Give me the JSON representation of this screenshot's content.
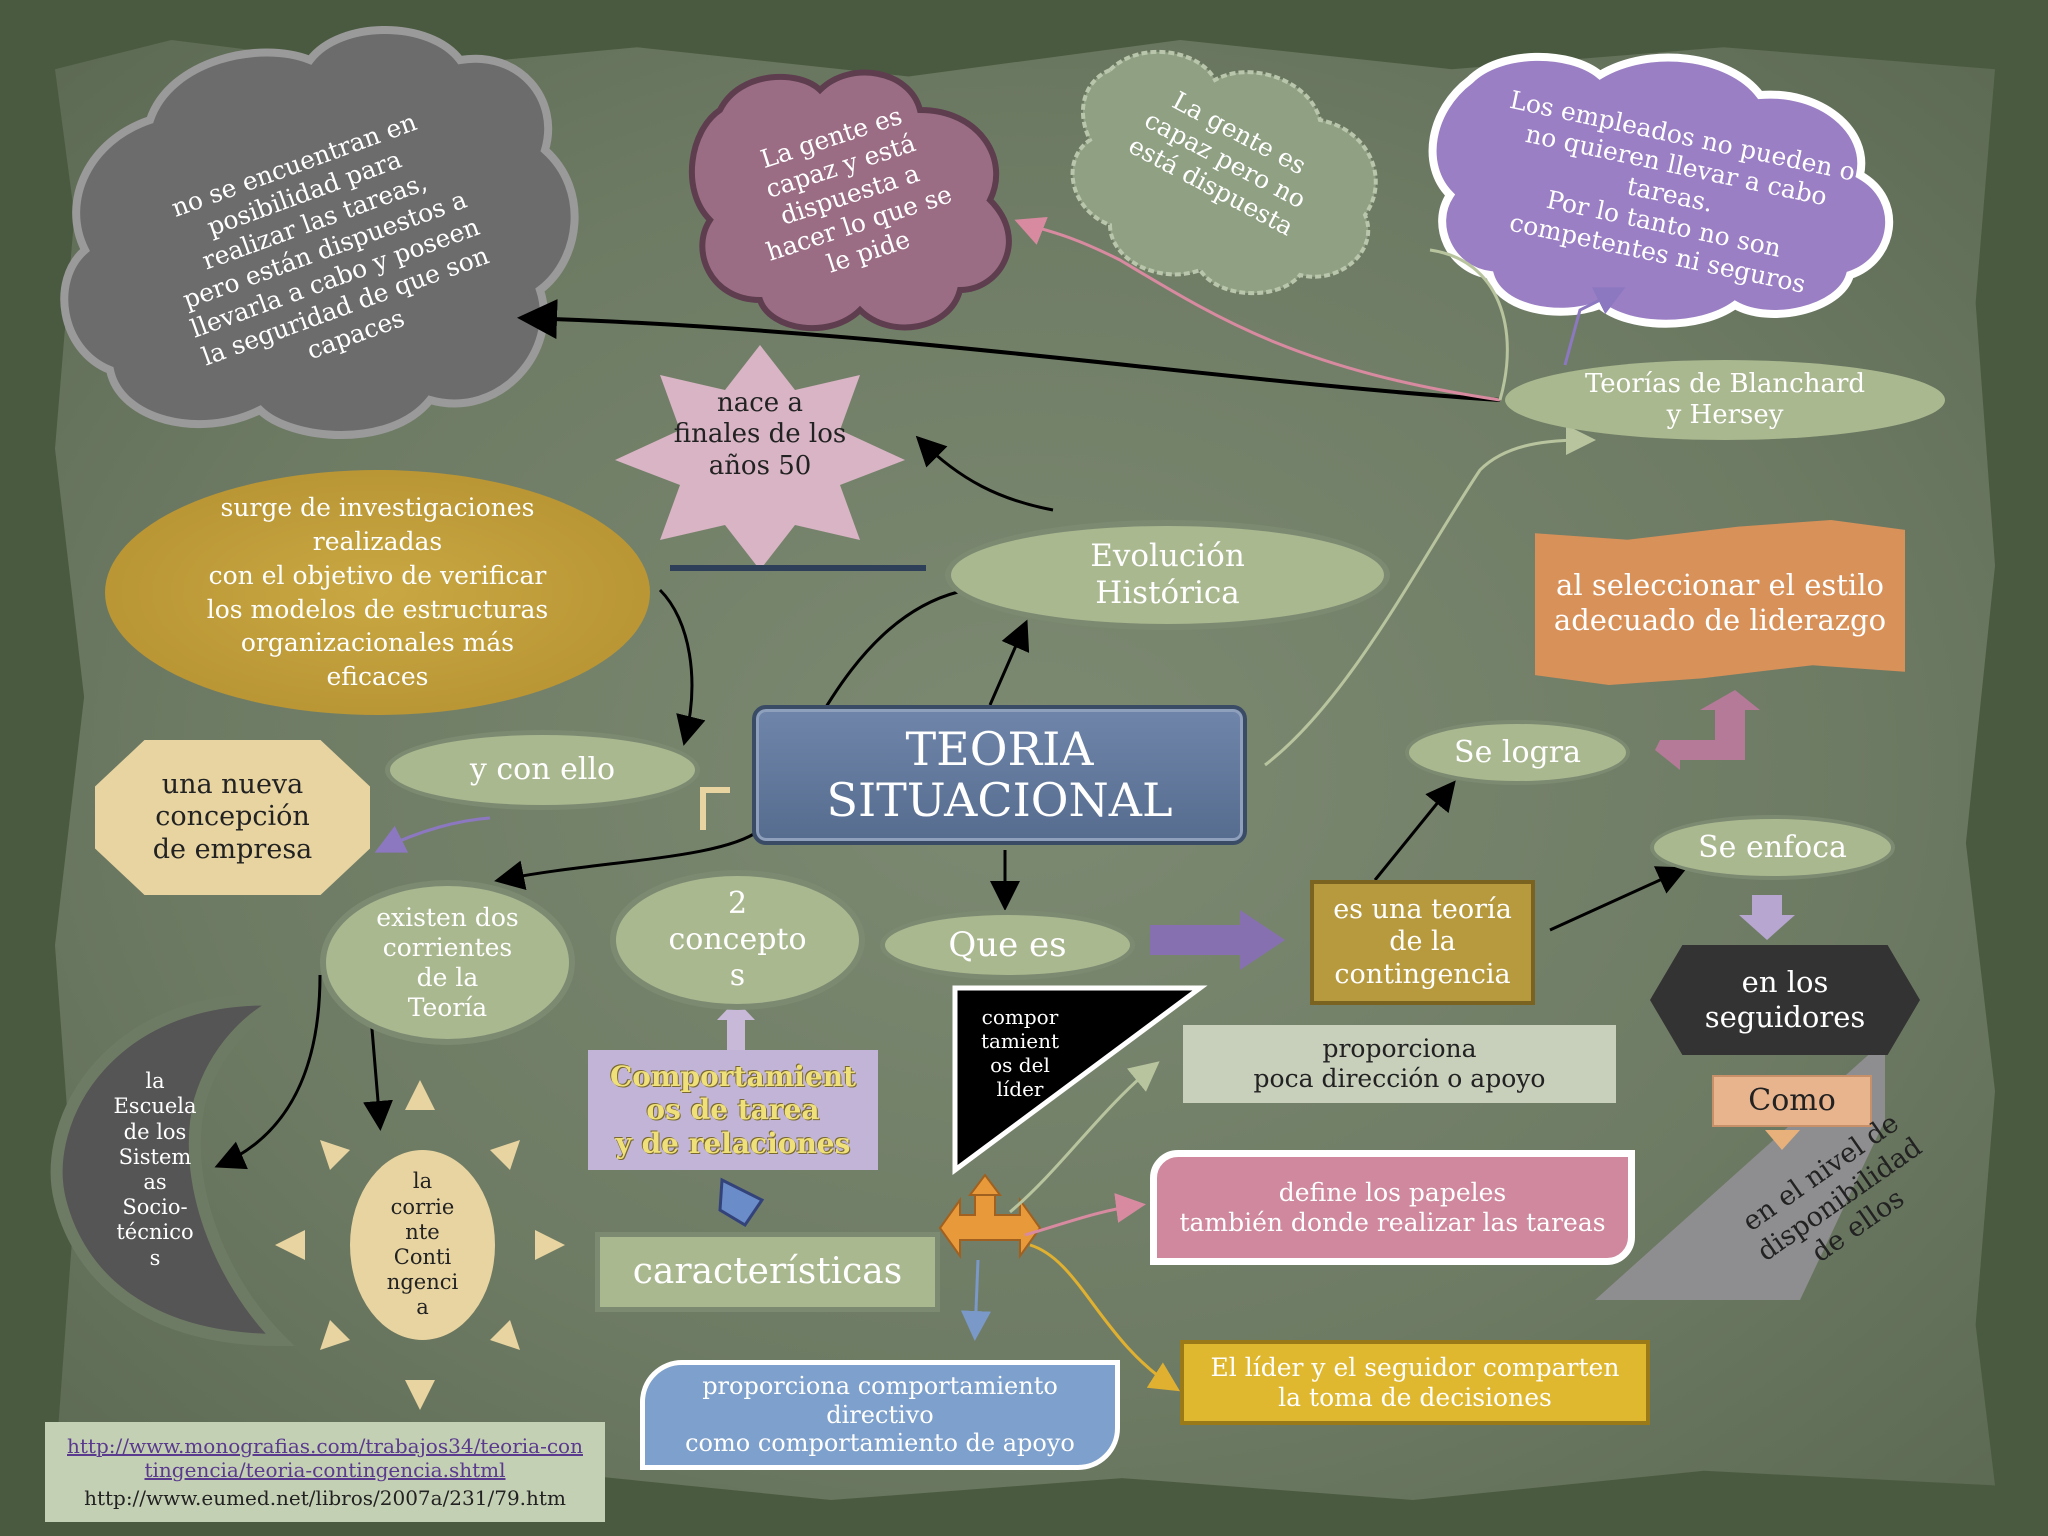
{
  "central": {
    "title": "TEORIA\nSITUACIONAL"
  },
  "evolucion": "Evolución\nHistórica",
  "nace": "nace a\nfinales de los\naños 50",
  "surge": "surge de investigaciones\nrealizadas\ncon el objetivo de verificar\nlos modelos de estructuras\norganizacionales más\neficaces",
  "y_con_ello": "y con ello",
  "nueva_concepcion": "una nueva\nconcepción\nde empresa",
  "existen": "existen dos\ncorrientes\nde la\nTeoría",
  "escuela": "la\nEscuela\nde los\nSistem\nas\nSocio-\ntécnico\ns",
  "contingencia_sun": "la\ncorrie\nnte\nConti\nngenci\na",
  "dos_conceptos": "2\nconcepto\ns",
  "comportamientos": "Comportamient\nos de tarea\ny de relaciones",
  "que_es": "Que es",
  "teoria_contingencia": "es una teoría\nde la\ncontingencia",
  "se_logra": "Se logra",
  "se_enfoca": "Se enfoca",
  "seleccionar": "al seleccionar el estilo\nadecuado de liderazgo",
  "seguidores": "en los\nseguidores",
  "como": "Como",
  "disponibilidad": "en el nivel de\ndisponibilidad\nde ellos",
  "blanchard": "Teorías de Blanchard\ny Hersey",
  "cloud_gray": "no se encuentran en\nposibilidad para\nrealizar las tareas,\npero están dispuestos a\nllevarla a cabo y poseen\nla seguridad de que son\ncapaces",
  "cloud_pink": "La gente es\ncapaz y está\ndispuesta a\nhacer lo que se\nle pide",
  "cloud_green": "La gente es\ncapaz pero no\nestá dispuesta",
  "cloud_purple": "Los empleados no pueden o\nno quieren llevar a cabo\ntareas.\nPor lo tanto no son\ncompetentes ni seguros",
  "comportamiento_lider": "compor\ntamient\nos del\nlíder",
  "caracteristicas": "características",
  "poca_direccion": "proporciona\npoca dirección o apoyo",
  "define_papeles": "define los papeles\ntambién donde realizar las tareas",
  "directivo": "proporciona comportamiento\ndirectivo\ncomo comportamiento de apoyo",
  "comparten": "El líder y el seguidor comparten\nla toma de decisiones",
  "sources": {
    "link1": "http://www.monografias.com/trabajos34/teoria-contingencia/teoria-contingencia.shtml",
    "link2": "http://www.eumed.net/libros/2007a/231/79.htm"
  },
  "colors": {
    "background": "#4a5a40",
    "paper": "#76836b",
    "sage": "#a9b88f",
    "central": "#60779a",
    "mustard": "#b89a3e",
    "purple_cloud": "#9b7fc4",
    "pink_cloud": "#9b6d84",
    "gray_cloud": "#6a6a6a"
  }
}
